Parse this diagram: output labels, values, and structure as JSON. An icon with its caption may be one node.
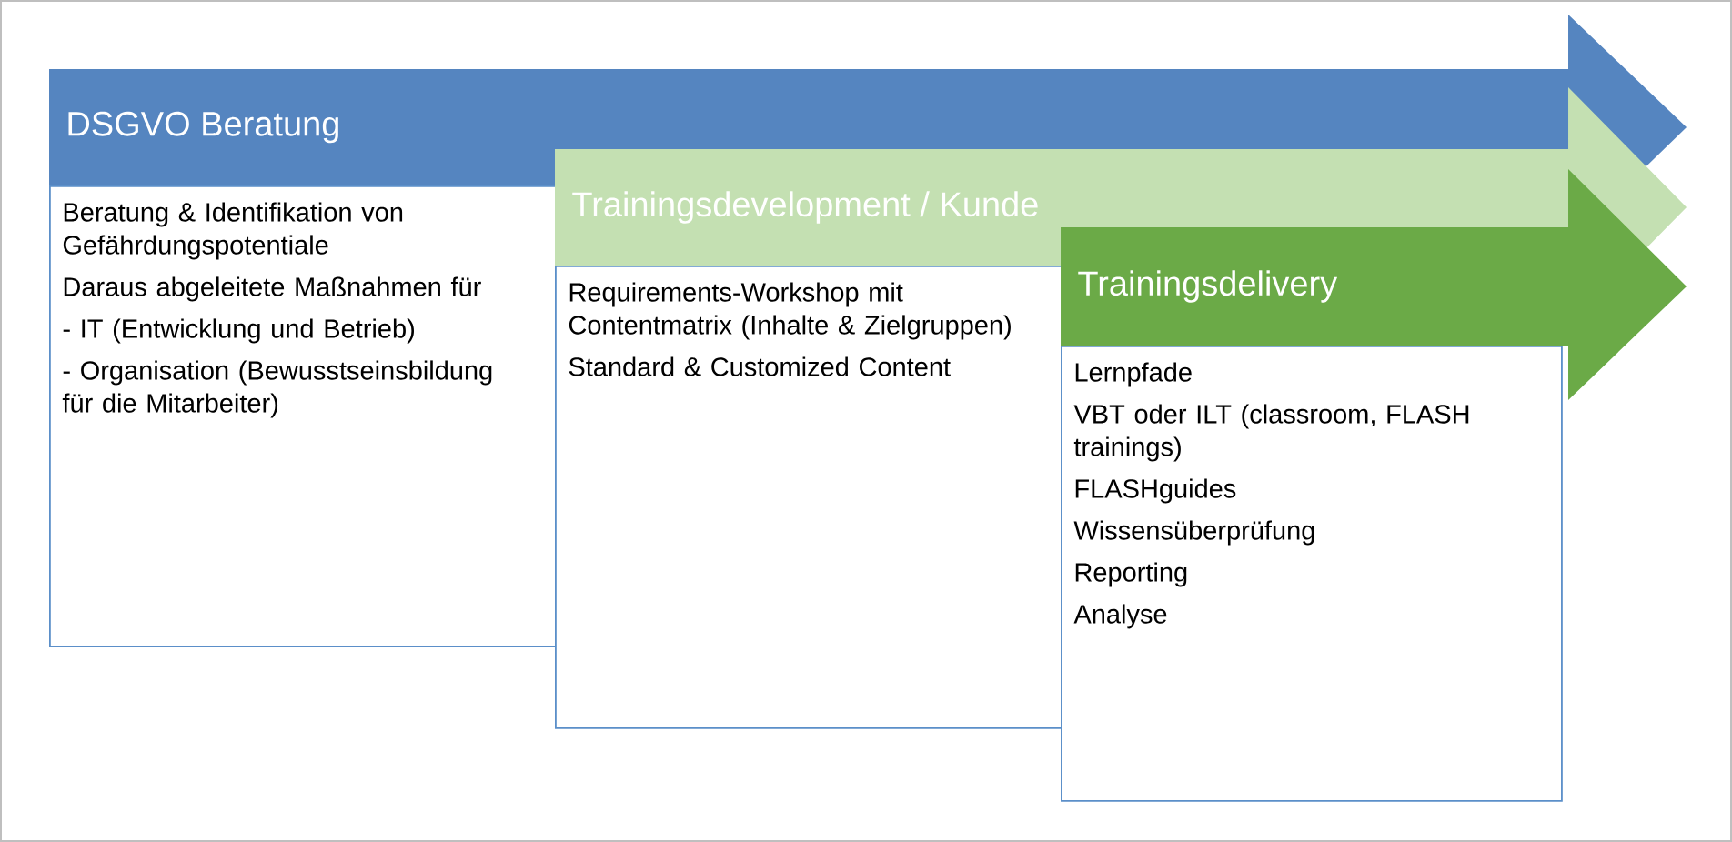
{
  "diagram": {
    "nodes": [
      {
        "text": [
          "DSGVO Beratung"
        ]
      },
      {
        "text": [
          "Trainingsdevelopment / Kunde"
        ]
      },
      {
        "text": [
          "Trainingsdelivery"
        ]
      },
      {
        "text": [
          "Beratung & Identifikation von Gefährdungspotentiale",
          "Daraus abgeleitete Maßnahmen für",
          "- IT (Entwicklung und Betrieb)",
          "- Organisation (Bewusstseinsbildung für die Mitarbeiter)"
        ]
      },
      {
        "text": [
          "Requirements-Workshop mit Contentmatrix (Inhalte & Zielgruppen)",
          "Standard & Customized Content"
        ]
      },
      {
        "text": [
          "Lernpfade",
          "VBT oder ILT (classroom, FLASH trainings)",
          "FLASHguides",
          "Wissensüberprüfung",
          "Reporting",
          "Analyse"
        ]
      }
    ]
  }
}
